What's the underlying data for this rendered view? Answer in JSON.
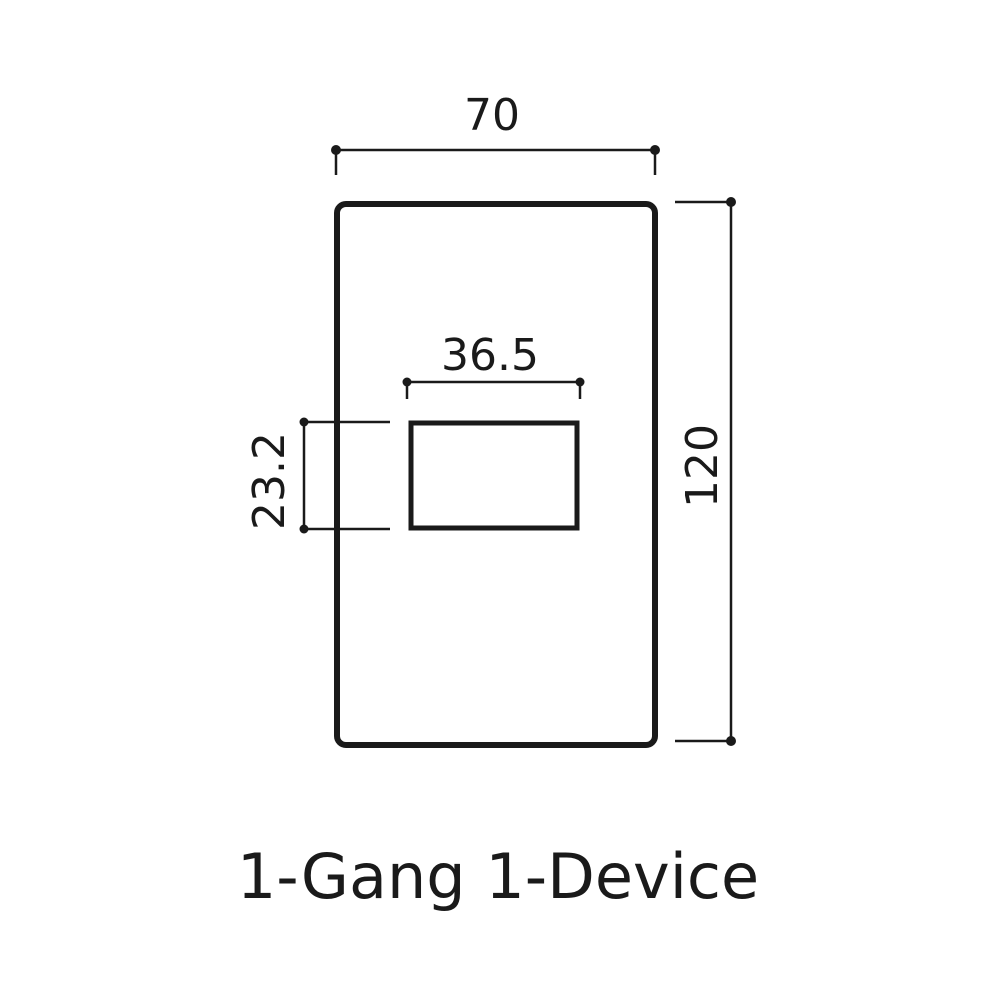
{
  "diagram": {
    "title": "1-Gang 1-Device",
    "stroke_color": "#1a1a1a",
    "background": "#ffffff",
    "plate": {
      "width_label": "70",
      "height_label": "120"
    },
    "opening": {
      "width_label": "36.5",
      "height_label": "23.2"
    }
  }
}
